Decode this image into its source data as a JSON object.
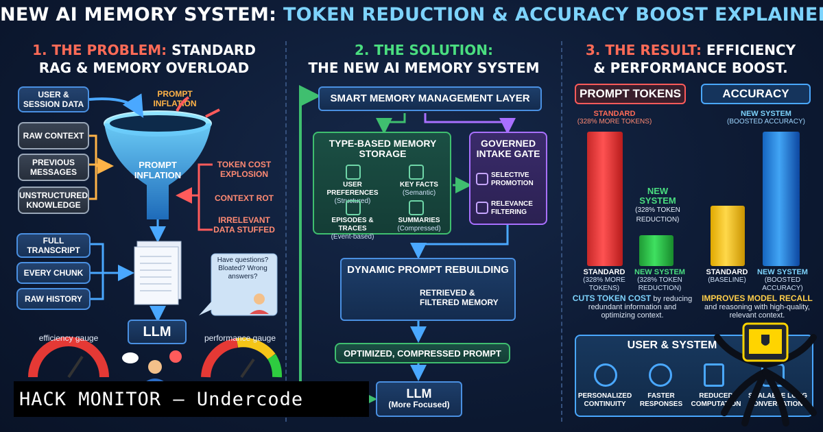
{
  "title": {
    "part1": "NEW AI MEMORY SYSTEM:",
    "part2": "TOKEN REDUCTION & ACCURACY BOOST EXPLAINED"
  },
  "problem": {
    "heading_accent": "1. THE PROBLEM:",
    "heading_rest": "STANDARD",
    "heading_line2": "RAG & MEMORY OVERLOAD",
    "inputs": [
      "USER & SESSION DATA",
      "RAW CONTEXT",
      "PREVIOUS MESSAGES",
      "UNSTRUCTURED KNOWLEDGE"
    ],
    "prompt_inflation_label": "PROMPT INFLATION",
    "funnel_label": "PROMPT INFLATION",
    "issues": [
      "TOKEN COST EXPLOSION",
      "CONTEXT ROT",
      "IRRELEVANT DATA STUFFED"
    ],
    "chunks": [
      "FULL TRANSCRIPT",
      "EVERY CHUNK",
      "RAW HISTORY"
    ],
    "speech_bubble": "Have questions? Bloated? Wrong answers?",
    "llm": "LLM",
    "efficiency_gauge": "efficiency gauge",
    "performance_gauge": "performance gauge"
  },
  "solution": {
    "heading_line1": "2. THE SOLUTION:",
    "heading_line2": "THE NEW AI MEMORY SYSTEM",
    "layer": "SMART MEMORY MANAGEMENT LAYER",
    "storage": {
      "title": "TYPE-BASED MEMORY STORAGE",
      "items": [
        {
          "name": "USER PREFERENCES",
          "sub": "(Structured)"
        },
        {
          "name": "KEY FACTS",
          "sub": "(Semantic)"
        },
        {
          "name": "EPISODES & TRACES",
          "sub": "(Event-based)"
        },
        {
          "name": "SUMMARIES",
          "sub": "(Compressed)"
        }
      ]
    },
    "gate": {
      "title": "GOVERNED INTAKE GATE",
      "items": [
        "SELECTIVE PROMOTION",
        "RELEVANCE FILTERING"
      ]
    },
    "rebuild": {
      "title": "DYNAMIC PROMPT REBUILDING",
      "detail": "RETRIEVED & FILTERED MEMORY"
    },
    "optimized": "OPTIMIZED, COMPRESSED PROMPT",
    "llm": "LLM",
    "llm_sub": "(More Focused)"
  },
  "result": {
    "heading_accent": "3. THE RESULT:",
    "heading_rest": "EFFICIENCY",
    "heading_line2": "& PERFORMANCE BOOST.",
    "tokens_tag": "PROMPT TOKENS",
    "accuracy_tag": "ACCURACY",
    "tokens_top_label": "STANDARD",
    "tokens_top_sub": "(328% MORE TOKENS)",
    "tokens_new_label": "NEW SYSTEM",
    "tokens_new_sub": "(328% TOKEN REDUCTION)",
    "acc_top_label": "NEW SYSTEM",
    "acc_top_sub": "(BOOSTED ACCURACY)",
    "caps": {
      "t_std": "STANDARD",
      "t_std_sub": "(328% MORE TOKENS)",
      "t_new": "NEW SYSTEM",
      "t_new_sub": "(328% TOKEN REDUCTION)",
      "a_std": "STANDARD",
      "a_std_sub": "(BASELINE)",
      "a_new": "NEW SYSTEM",
      "a_new_sub": "(BOOSTED ACCURACY)"
    },
    "tokens_note_bold": "CUTS TOKEN COST",
    "tokens_note_rest": "by reducing redundant information and optimizing context.",
    "acc_note_bold": "IMPROVES MODEL RECALL",
    "acc_note_rest": "and reasoning with high-quality, relevant context.",
    "bar_levels": {
      "tokens_standard": 1.0,
      "tokens_new": 0.23,
      "acc_standard": 0.45,
      "acc_new": 1.0
    },
    "user_box_title": "USER & SYSTEM",
    "benefits": [
      "PERSONALIZED CONTINUITY",
      "FASTER RESPONSES",
      "REDUCED COMPUTATION",
      "SCALABLE LONG CONVERSATIONS"
    ]
  },
  "watermark": "HACK MONITOR – Undercode",
  "colors": {
    "accent_red": "#ff6b57",
    "accent_green": "#4ade80",
    "accent_cyan": "#7dd3fc",
    "bar_red": "#e53935",
    "bar_green": "#2ecc40",
    "bar_yellow": "#f5c518",
    "bar_blue": "#2196f3"
  },
  "icons": [
    "funnel-icon",
    "document-stack-icon",
    "person-icon",
    "question-icon",
    "gauge-icon",
    "users-icon",
    "network-icon",
    "calendar-icon",
    "document-icon",
    "checklist-icon",
    "filter-icon",
    "tools-icon",
    "chevrons-icon",
    "cube-icon",
    "clock-icon",
    "robot-icon"
  ]
}
